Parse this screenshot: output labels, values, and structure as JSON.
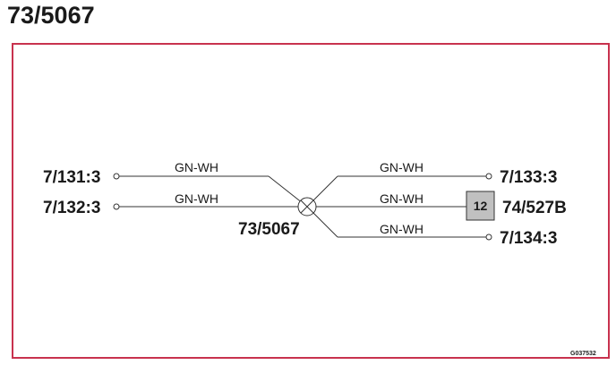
{
  "title": "73/5067",
  "splice": {
    "label": "73/5067"
  },
  "wires": {
    "left_top": {
      "color": "GN-WH",
      "terminal": "7/131:3"
    },
    "left_bottom": {
      "color": "GN-WH",
      "terminal": "7/132:3"
    },
    "right_top": {
      "color": "GN-WH",
      "terminal": "7/133:3"
    },
    "right_middle": {
      "color": "GN-WH",
      "terminal": "74/527B",
      "pin": "12"
    },
    "right_bottom": {
      "color": "GN-WH",
      "terminal": "7/134:3"
    }
  },
  "drawing_code": "G037532",
  "colors": {
    "frame": "#c8324e",
    "pin_box": "#c0c0c0",
    "line": "#333333"
  }
}
